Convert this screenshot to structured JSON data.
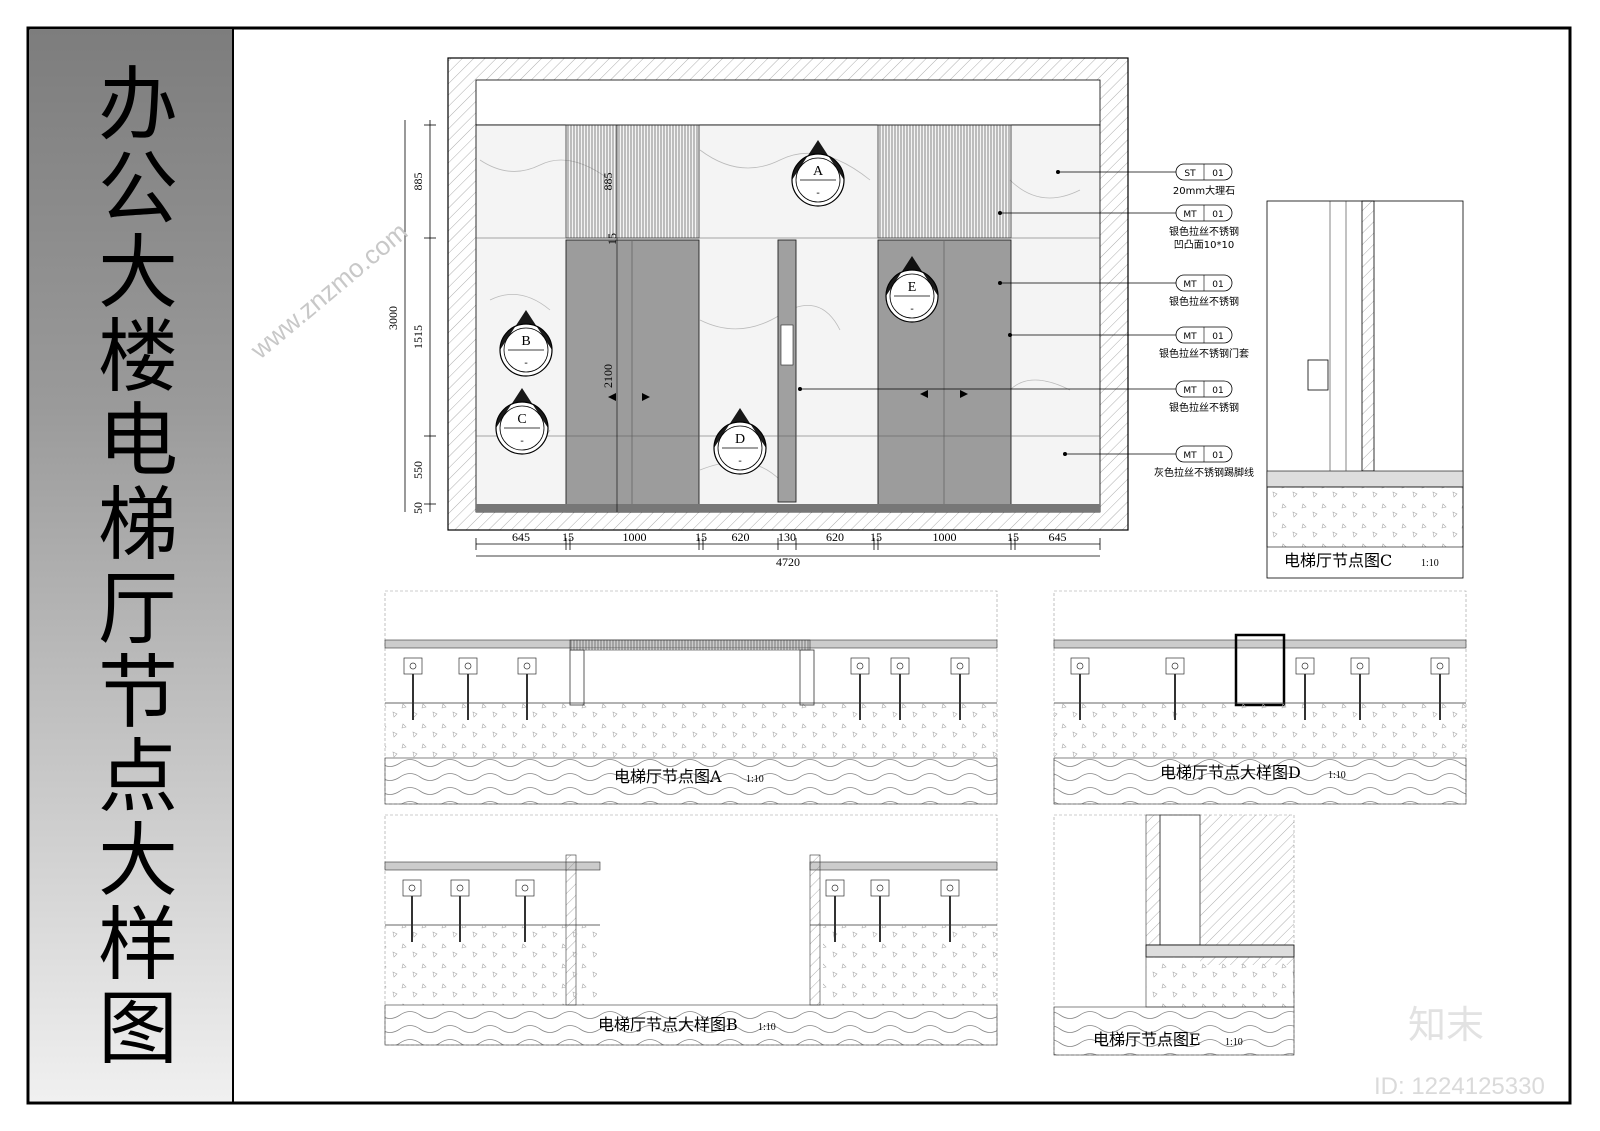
{
  "sheet_title": "办公大楼电梯厅节点大样图",
  "elevation": {
    "v_dims": [
      "885",
      "1515",
      "550",
      "50"
    ],
    "v_total": "3000",
    "h_dims": [
      "645",
      "15",
      "1000",
      "15",
      "620",
      "130",
      "620",
      "15",
      "1000",
      "15",
      "645"
    ],
    "h_total": "4720",
    "inner_dims": [
      "885",
      "15",
      "2100"
    ],
    "section_markers": [
      "A",
      "B",
      "C",
      "D",
      "E"
    ],
    "marker_sub": "-"
  },
  "legend": [
    {
      "code": "ST",
      "num": "01",
      "text": [
        "20mm大理石"
      ]
    },
    {
      "code": "MT",
      "num": "01",
      "text": [
        "银色拉丝不锈钢",
        "凹凸面10*10"
      ]
    },
    {
      "code": "MT",
      "num": "01",
      "text": [
        "银色拉丝不锈钢"
      ]
    },
    {
      "code": "MT",
      "num": "01",
      "text": [
        "银色拉丝不锈钢门套"
      ]
    },
    {
      "code": "MT",
      "num": "01",
      "text": [
        "银色拉丝不锈钢"
      ]
    },
    {
      "code": "MT",
      "num": "01",
      "text": [
        "灰色拉丝不锈钢踢脚线"
      ]
    }
  ],
  "details": {
    "A": {
      "title": "电梯厅节点图A",
      "scale": "1:10"
    },
    "B": {
      "title": "电梯厅节点大样图B",
      "scale": "1:10"
    },
    "C": {
      "title": "电梯厅节点图C",
      "scale": "1:10"
    },
    "D": {
      "title": "电梯厅节点大样图D",
      "scale": "1:10"
    },
    "E": {
      "title": "电梯厅节点图E",
      "scale": "1:10"
    }
  },
  "watermark": {
    "text": "www.znzmo.com",
    "logo": "知末",
    "id": "ID: 1224125330"
  },
  "colors": {
    "frame": "#000000",
    "panel_steel": "#9c9c9c",
    "marble": "#f2f2f2",
    "hatch": "#777777"
  }
}
